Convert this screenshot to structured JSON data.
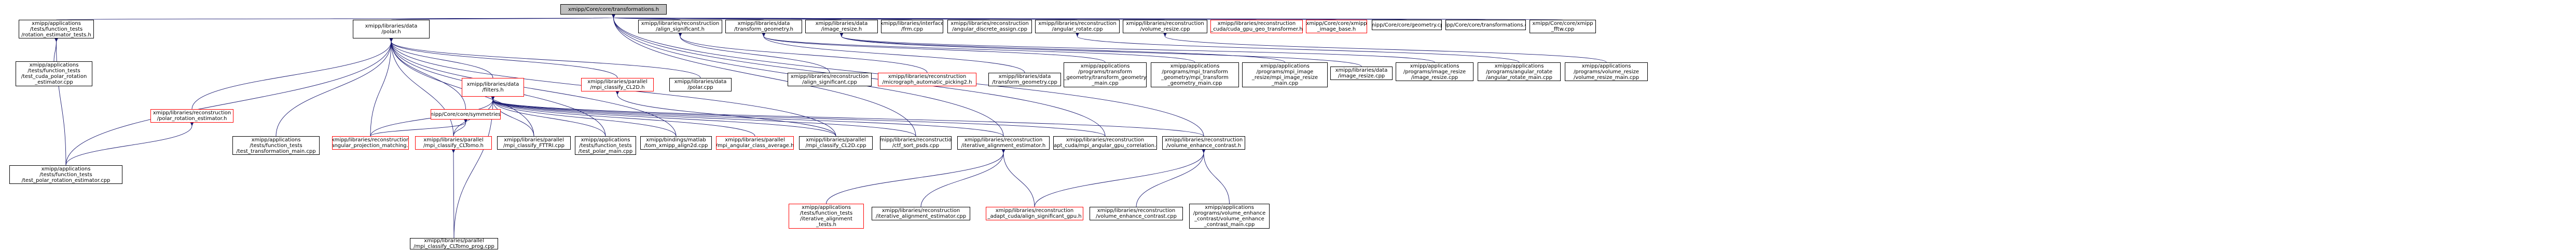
{
  "graph": {
    "colors": {
      "edge": "#191970",
      "border": "#000000",
      "border_missing": "#ff0000",
      "root_fill": "#bfbfbf"
    },
    "nodes": [
      {
        "id": "root",
        "lines": [
          "xmipp/Core/core/transformations.h"
        ],
        "root": true
      },
      {
        "id": "n01",
        "lines": [
          "xmipp/applications",
          "/tests/function_tests",
          "/rotation_estimator_tests.h"
        ]
      },
      {
        "id": "n02",
        "lines": [
          "xmipp/libraries/data",
          "/polar.h"
        ]
      },
      {
        "id": "n03",
        "lines": [
          "xmipp/libraries/reconstruction",
          "/align_significant.h"
        ]
      },
      {
        "id": "n04",
        "lines": [
          "xmipp/libraries/data",
          "/transform_geometry.h"
        ]
      },
      {
        "id": "n05",
        "lines": [
          "xmipp/libraries/data",
          "/image_resize.h"
        ]
      },
      {
        "id": "n06",
        "lines": [
          "xmipp/libraries/interface",
          "/frm.cpp"
        ]
      },
      {
        "id": "n07",
        "lines": [
          "xmipp/libraries/reconstruction",
          "/angular_discrete_assign.cpp"
        ]
      },
      {
        "id": "n08",
        "lines": [
          "xmipp/libraries/reconstruction",
          "/angular_rotate.cpp"
        ]
      },
      {
        "id": "n09",
        "lines": [
          "xmipp/libraries/reconstruction",
          "/volume_resize.cpp"
        ]
      },
      {
        "id": "n10",
        "lines": [
          "xmipp/libraries/reconstruction",
          "_cuda/cuda_gpu_geo_transformer.h"
        ],
        "red": true
      },
      {
        "id": "n11",
        "lines": [
          "xmipp/Core/core/xmipp",
          "_image_base.h"
        ],
        "red": true
      },
      {
        "id": "n12",
        "lines": [
          "xmipp/Core/core/geometry.cpp"
        ]
      },
      {
        "id": "n13",
        "lines": [
          "xmipp/Core/core/transformations.cpp"
        ]
      },
      {
        "id": "n14",
        "lines": [
          "xmipp/Core/core/xmipp",
          "_fftw.cpp"
        ]
      },
      {
        "id": "n15",
        "lines": [
          "xmipp/applications",
          "/tests/function_tests",
          "/test_cuda_polar_rotation",
          "_estimator.cpp"
        ]
      },
      {
        "id": "n16",
        "lines": [
          "xmipp/libraries/reconstruction",
          "/polar_rotation_estimator.h"
        ],
        "red": true
      },
      {
        "id": "n17",
        "lines": [
          "xmipp/Core/core/symmetries.h"
        ],
        "red": true
      },
      {
        "id": "n18",
        "lines": [
          "xmipp/libraries/data",
          "/polar.cpp"
        ]
      },
      {
        "id": "n19",
        "lines": [
          "xmipp/libraries/data",
          "/filters.h"
        ],
        "red": true
      },
      {
        "id": "n20",
        "lines": [
          "xmipp/libraries/parallel",
          "/mpi_classify_CL2D.h"
        ],
        "red": true
      },
      {
        "id": "n21",
        "lines": [
          "xmipp/libraries/reconstruction",
          "/align_significant.cpp"
        ]
      },
      {
        "id": "n22",
        "lines": [
          "xmipp/libraries/reconstruction",
          "/micrograph_automatic_picking2.h"
        ],
        "red": true
      },
      {
        "id": "n23",
        "lines": [
          "xmipp/libraries/data",
          "/transform_geometry.cpp"
        ]
      },
      {
        "id": "n24",
        "lines": [
          "xmipp/applications",
          "/programs/transform",
          "_geometry/transform_geometry",
          "_main.cpp"
        ]
      },
      {
        "id": "n25",
        "lines": [
          "xmipp/applications",
          "/programs/mpi_transform",
          "_geometry/mpi_transform",
          "_geometry_main.cpp"
        ]
      },
      {
        "id": "n26",
        "lines": [
          "xmipp/applications",
          "/programs/mpi_image",
          "_resize/mpi_image_resize",
          "_main.cpp"
        ]
      },
      {
        "id": "n27",
        "lines": [
          "xmipp/libraries/data",
          "/image_resize.cpp"
        ]
      },
      {
        "id": "n28",
        "lines": [
          "xmipp/applications",
          "/programs/image_resize",
          "/image_resize.cpp"
        ]
      },
      {
        "id": "n29",
        "lines": [
          "xmipp/applications",
          "/programs/angular_rotate",
          "/angular_rotate_main.cpp"
        ]
      },
      {
        "id": "n30",
        "lines": [
          "xmipp/applications",
          "/programs/volume_resize",
          "/volume_resize_main.cpp"
        ]
      },
      {
        "id": "n31",
        "lines": [
          "xmipp/applications",
          "/tests/function_tests",
          "/test_polar_rotation_estimator.cpp"
        ]
      },
      {
        "id": "n32",
        "lines": [
          "xmipp/applications",
          "/tests/function_tests",
          "/test_transformation_main.cpp"
        ]
      },
      {
        "id": "n33",
        "lines": [
          "xmipp/libraries/reconstruction",
          "/angular_projection_matching.h"
        ],
        "red": true
      },
      {
        "id": "n34",
        "lines": [
          "xmipp/libraries/parallel",
          "/mpi_classify_CLTomo.h"
        ],
        "red": true
      },
      {
        "id": "n35",
        "lines": [
          "xmipp/libraries/parallel",
          "/mpi_classify_FTTRI.cpp"
        ]
      },
      {
        "id": "n36",
        "lines": [
          "xmipp/applications",
          "/tests/function_tests",
          "/test_polar_main.cpp"
        ]
      },
      {
        "id": "n37",
        "lines": [
          "xmipp/bindings/matlab",
          "/tom_xmipp_align2d.cpp"
        ]
      },
      {
        "id": "n38",
        "lines": [
          "xmipp/libraries/parallel",
          "/mpi_angular_class_average.h"
        ],
        "red": true
      },
      {
        "id": "n39",
        "lines": [
          "xmipp/libraries/parallel",
          "/mpi_classify_CL2D.cpp"
        ]
      },
      {
        "id": "n40",
        "lines": [
          "xmipp/libraries/reconstruction",
          "/ctf_sort_psds.cpp"
        ]
      },
      {
        "id": "n41",
        "lines": [
          "xmipp/libraries/reconstruction",
          "/iterative_alignment_estimator.h"
        ]
      },
      {
        "id": "n42",
        "lines": [
          "xmipp/libraries/reconstruction",
          "_adapt_cuda/mpi_angular_gpu_correlation.cpp"
        ]
      },
      {
        "id": "n43",
        "lines": [
          "xmipp/libraries/reconstruction",
          "/volume_enhance_contrast.h"
        ]
      },
      {
        "id": "n44",
        "lines": [
          "xmipp/applications",
          "/tests/function_tests",
          "/iterative_alignment",
          "_tests.h"
        ],
        "red": true
      },
      {
        "id": "n45",
        "lines": [
          "xmipp/libraries/reconstruction",
          "/iterative_alignment_estimator.cpp"
        ]
      },
      {
        "id": "n46",
        "lines": [
          "xmipp/libraries/reconstruction",
          "_adapt_cuda/align_significant_gpu.h"
        ],
        "red": true
      },
      {
        "id": "n47",
        "lines": [
          "xmipp/libraries/reconstruction",
          "/volume_enhance_contrast.cpp"
        ]
      },
      {
        "id": "n48",
        "lines": [
          "xmipp/applications",
          "/programs/volume_enhance",
          "_contrast/volume_enhance",
          "_contrast_main.cpp"
        ]
      },
      {
        "id": "n49",
        "lines": [
          "xmipp/libraries/parallel",
          "/mpi_classify_CLTomo_prog.cpp"
        ]
      }
    ]
  }
}
